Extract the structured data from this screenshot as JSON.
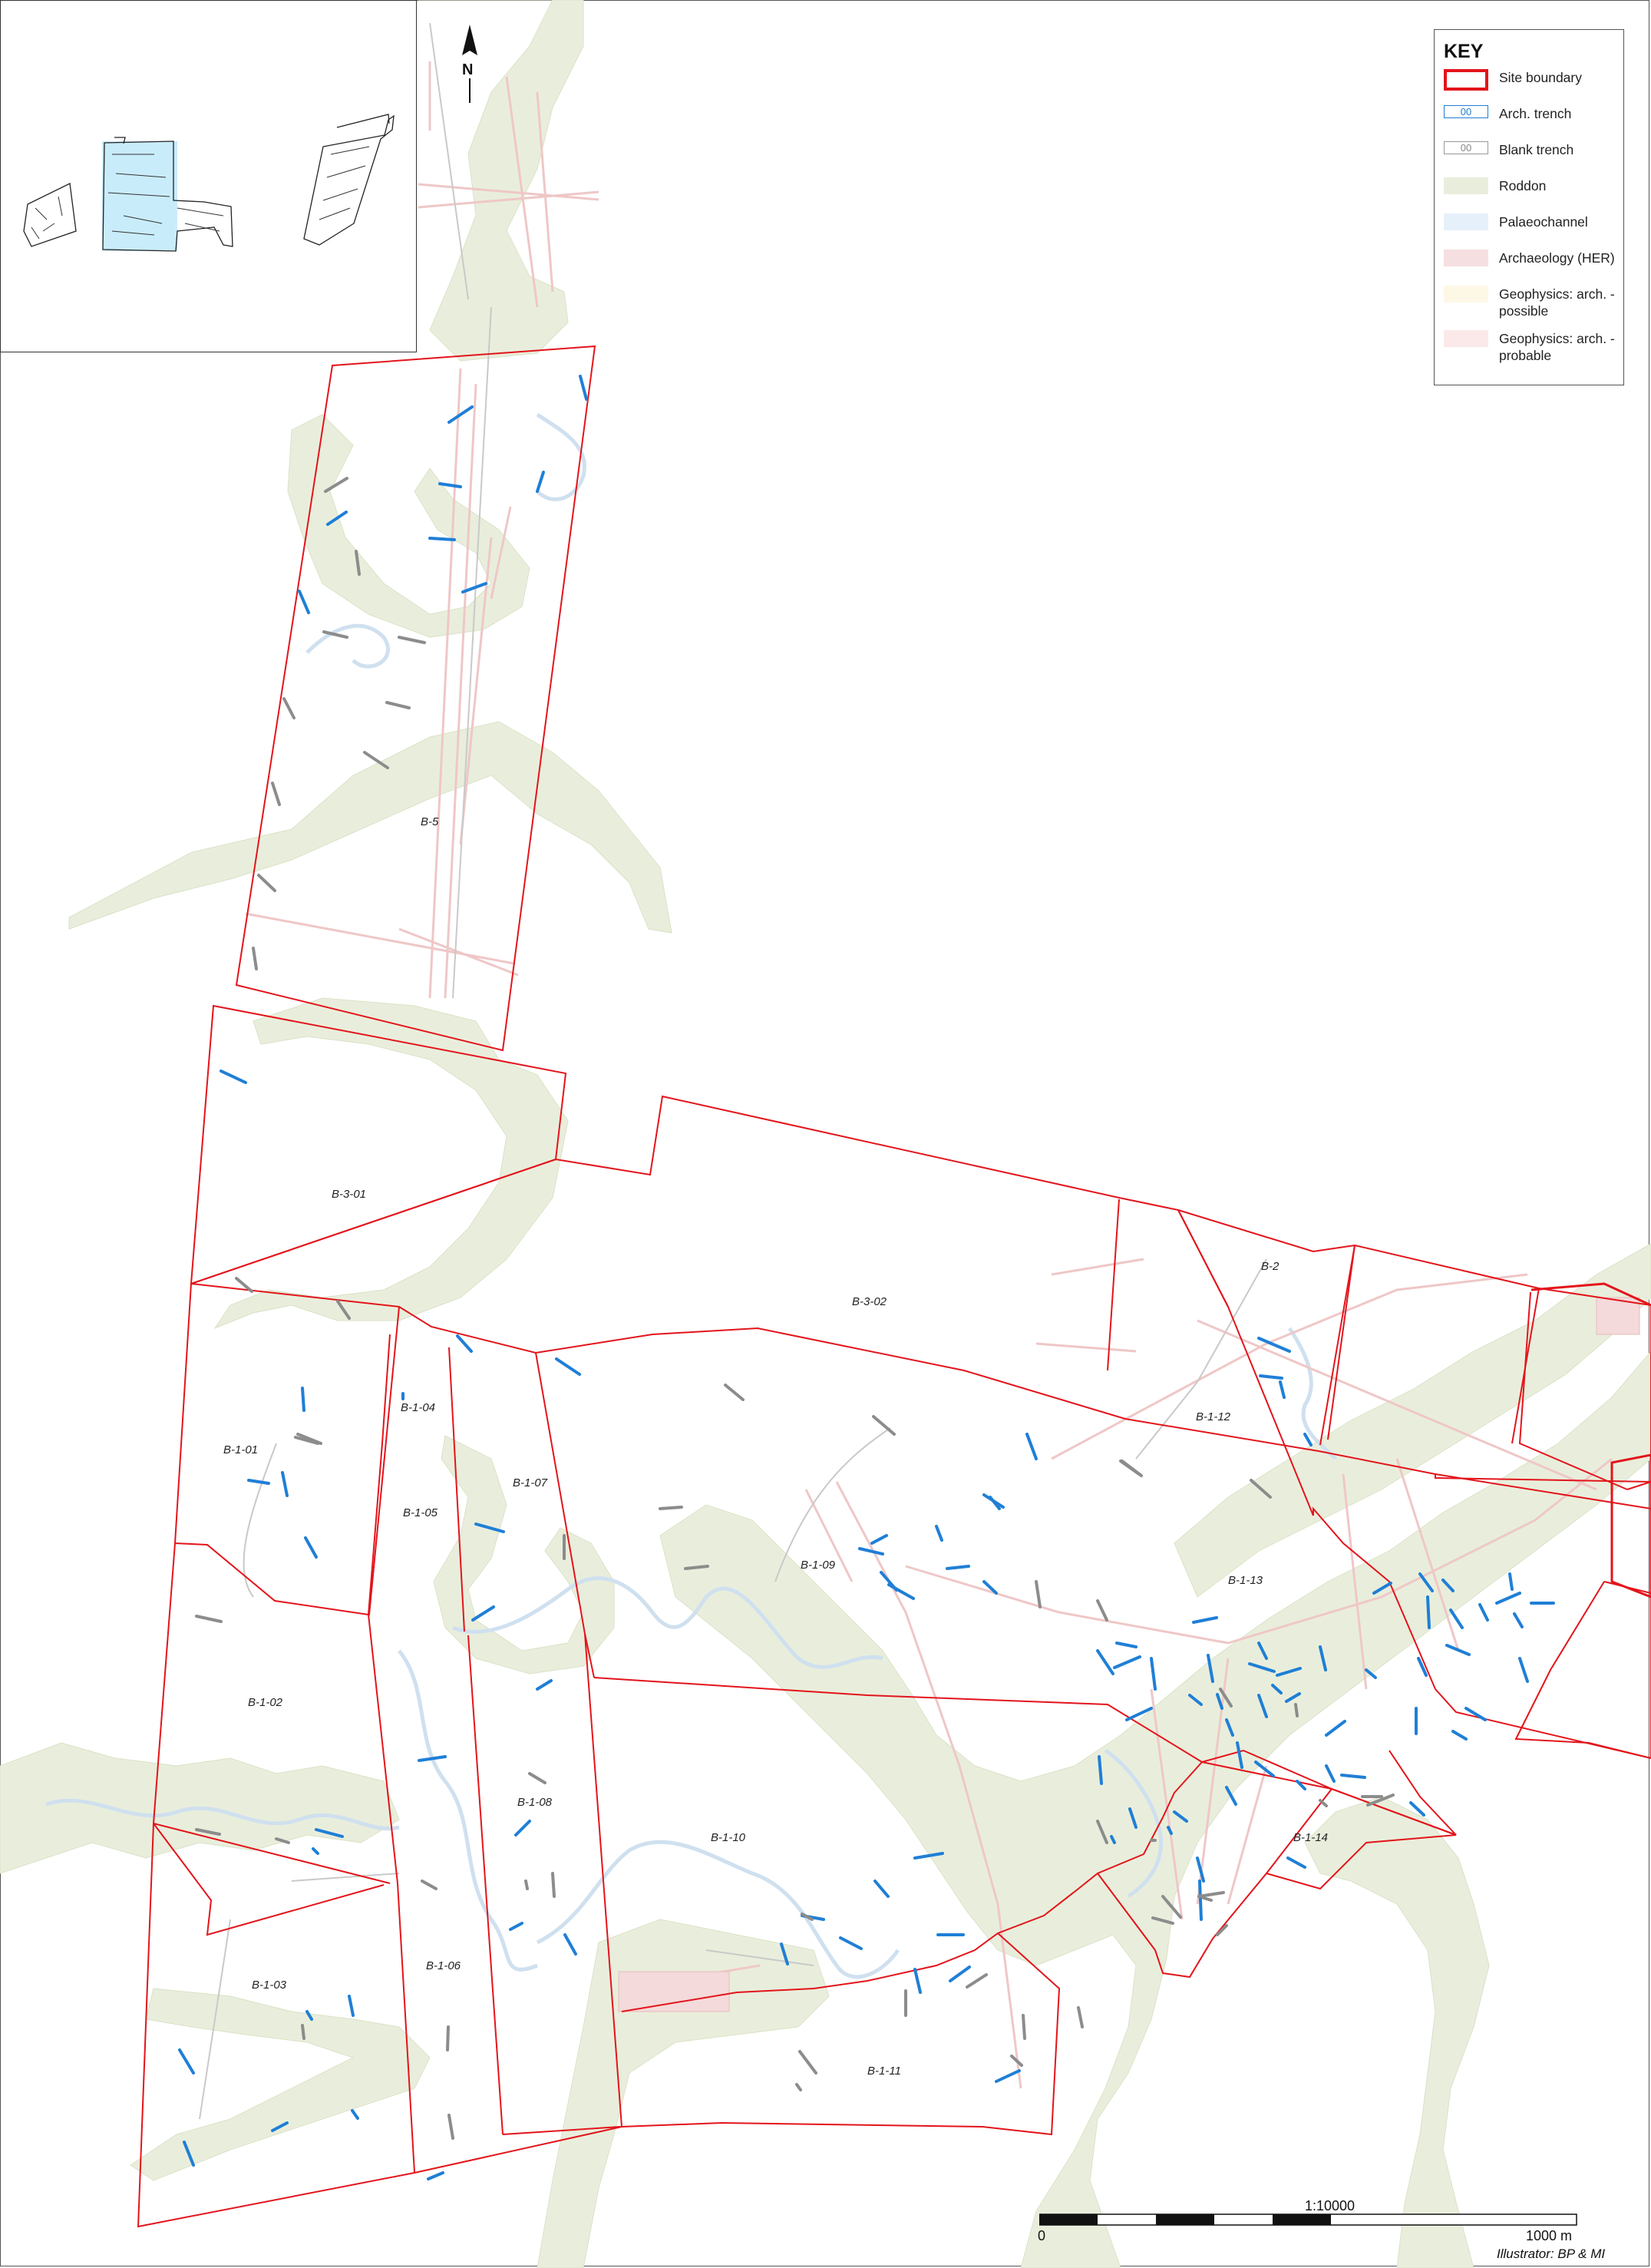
{
  "legend": {
    "title": "KEY",
    "items": [
      {
        "id": "site-boundary",
        "label": "Site boundary",
        "sample": "",
        "style": "boundary",
        "color": "#e3141b"
      },
      {
        "id": "arch-trench",
        "label": "Arch. trench",
        "sample": "00",
        "style": "arch",
        "color": "#1f7fd6"
      },
      {
        "id": "blank-trench",
        "label": "Blank trench",
        "sample": "00",
        "style": "blank",
        "color": "#888888"
      },
      {
        "id": "roddon",
        "label": "Roddon",
        "sample": "",
        "style": "fill",
        "color": "#e9eedc"
      },
      {
        "id": "palaeochannel",
        "label": "Palaeochannel",
        "sample": "",
        "style": "fill",
        "color": "#e6f0fb"
      },
      {
        "id": "archaeology-her",
        "label": "Archaeology (HER)",
        "sample": "",
        "style": "fill",
        "color": "#f6dfe0"
      },
      {
        "id": "geophysics-possible",
        "label": "Geophysics: arch. - possible",
        "sample": "",
        "style": "fill",
        "color": "#fdf8e6"
      },
      {
        "id": "geophysics-probable",
        "label": "Geophysics: arch. - probable",
        "sample": "",
        "style": "fill",
        "color": "#fbe9e9"
      }
    ]
  },
  "north_label": "N",
  "scale": {
    "ratio": "1:10000",
    "start": "0",
    "end": "1000 m"
  },
  "credit": "Illustrator: BP & MI",
  "colors": {
    "boundary": "#e3141b",
    "arch_trench": "#1f7fd6",
    "blank_trench": "#8c8c8c",
    "roddon": "#e9eedc",
    "palaeochannel": "#dbe8f5",
    "her": "#f2d4d4",
    "inset_highlight": "#c9ecfb"
  },
  "site_areas": [
    {
      "id": "B-5",
      "label": "B-5"
    },
    {
      "id": "B-3-01",
      "label": "B-3-01"
    },
    {
      "id": "B-3-02",
      "label": "B-3-02"
    },
    {
      "id": "B-2",
      "label": "B-2"
    },
    {
      "id": "B-1-12",
      "label": "B-1-12"
    },
    {
      "id": "B-1-04",
      "label": "B-1-04"
    },
    {
      "id": "B-1-01",
      "label": "B-1-01"
    },
    {
      "id": "B-1-07",
      "label": "B-1-07"
    },
    {
      "id": "B-1-05",
      "label": "B-1-05"
    },
    {
      "id": "B-1-09",
      "label": "B-1-09"
    },
    {
      "id": "B-1-13",
      "label": "B-1-13"
    },
    {
      "id": "B-1-02",
      "label": "B-1-02"
    },
    {
      "id": "B-1-08",
      "label": "B-1-08"
    },
    {
      "id": "B-1-10",
      "label": "B-1-10"
    },
    {
      "id": "B-1-14",
      "label": "B-1-14"
    },
    {
      "id": "B-1-06",
      "label": "B-1-06"
    },
    {
      "id": "B-1-03",
      "label": "B-1-03"
    },
    {
      "id": "B-1-11",
      "label": "B-1-11"
    }
  ]
}
